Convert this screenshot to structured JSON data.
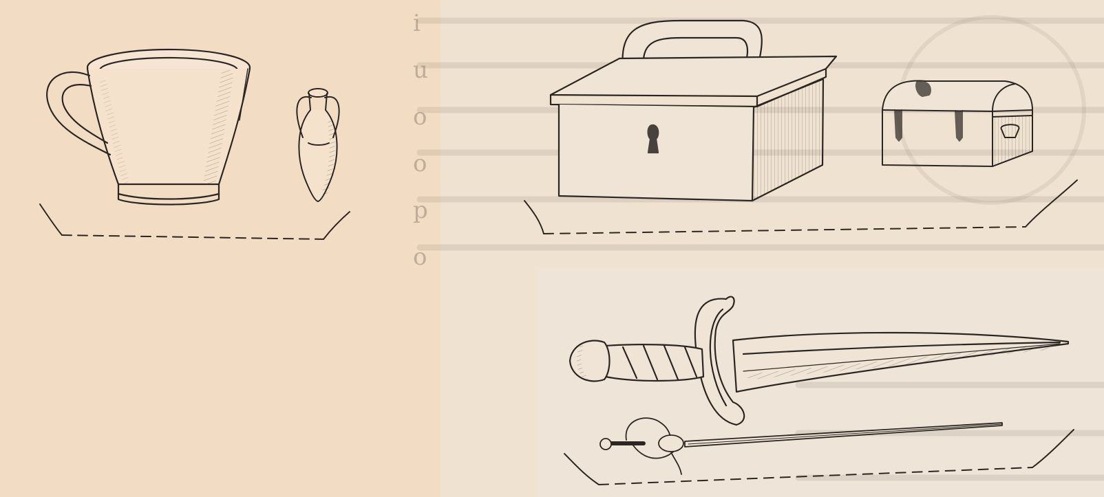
{
  "title": "",
  "colors": {
    "paper": "#f3dcc4",
    "paper_right": "#efe4d6",
    "ink": "#2b2622",
    "bleed": "#8c8377"
  },
  "plates": [
    {
      "name": "drinking-vessels",
      "items": [
        "cup-icon",
        "amphora-icon"
      ]
    },
    {
      "name": "containers",
      "items": [
        "strongbox-icon",
        "chest-icon"
      ]
    },
    {
      "name": "blades",
      "items": [
        "dagger-icon",
        "rapier-icon"
      ]
    }
  ],
  "bleed_through_letters": [
    "i",
    "u",
    "o",
    "o",
    "p",
    "o"
  ]
}
